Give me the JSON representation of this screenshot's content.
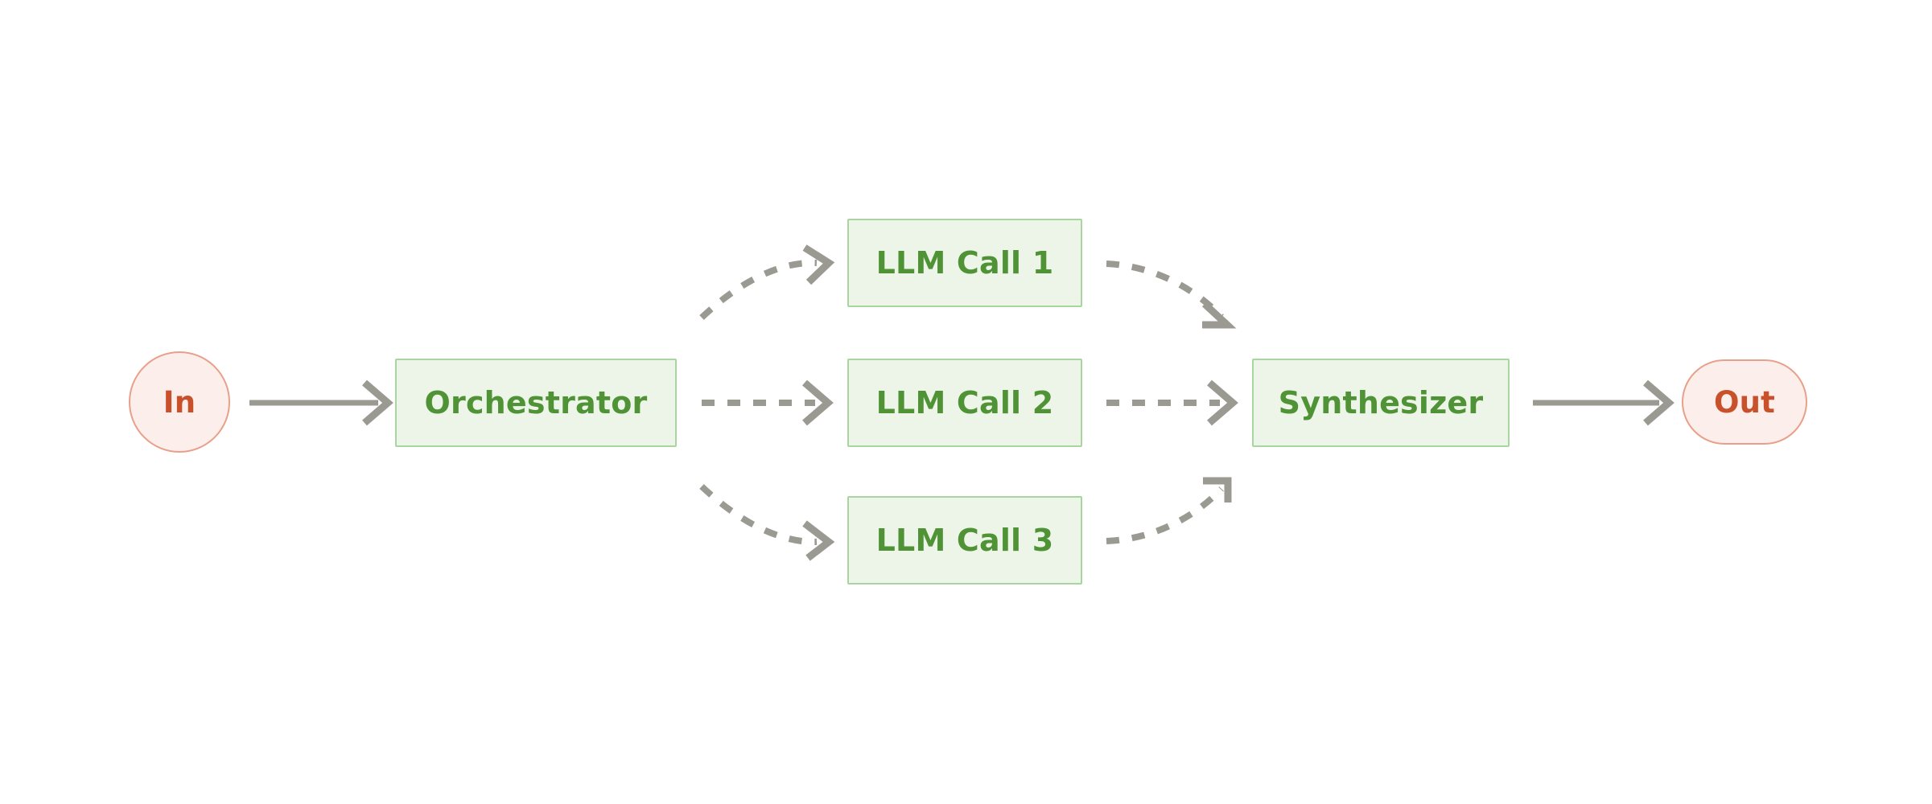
{
  "diagram": {
    "type": "flowchart",
    "orientation": "left-to-right",
    "background": "#ffffff",
    "palette": {
      "terminal_fill": "#fcefeb",
      "terminal_border": "#e8a08a",
      "terminal_text": "#c8512b",
      "process_fill": "#edf5e8",
      "process_border": "#a9d6a0",
      "process_text": "#4f9336",
      "edge": "#9a9a92"
    },
    "nodes": [
      {
        "id": "in",
        "label": "In",
        "shape": "circle"
      },
      {
        "id": "orchestrator",
        "label": "Orchestrator",
        "shape": "rect"
      },
      {
        "id": "llm1",
        "label": "LLM Call 1",
        "shape": "rect"
      },
      {
        "id": "llm2",
        "label": "LLM Call 2",
        "shape": "rect"
      },
      {
        "id": "llm3",
        "label": "LLM Call 3",
        "shape": "rect"
      },
      {
        "id": "synthesizer",
        "label": "Synthesizer",
        "shape": "rect"
      },
      {
        "id": "out",
        "label": "Out",
        "shape": "stadium"
      }
    ],
    "edges": [
      {
        "from": "in",
        "to": "orchestrator",
        "style": "solid",
        "label": ""
      },
      {
        "from": "orchestrator",
        "to": "llm1",
        "style": "dashed",
        "label": ""
      },
      {
        "from": "orchestrator",
        "to": "llm2",
        "style": "dashed",
        "label": ""
      },
      {
        "from": "orchestrator",
        "to": "llm3",
        "style": "dashed",
        "label": ""
      },
      {
        "from": "llm1",
        "to": "synthesizer",
        "style": "dashed",
        "label": ""
      },
      {
        "from": "llm2",
        "to": "synthesizer",
        "style": "dashed",
        "label": ""
      },
      {
        "from": "llm3",
        "to": "synthesizer",
        "style": "dashed",
        "label": ""
      },
      {
        "from": "synthesizer",
        "to": "out",
        "style": "solid",
        "label": ""
      }
    ]
  }
}
